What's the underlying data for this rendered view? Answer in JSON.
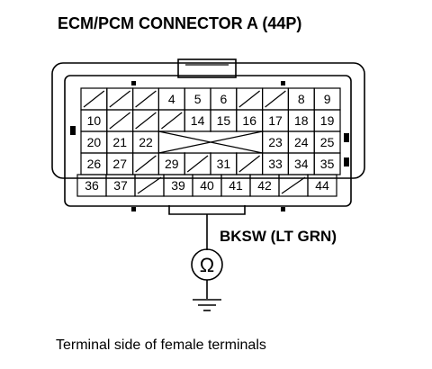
{
  "title": "ECM/PCM CONNECTOR A (44P)",
  "wire_label": "BKSW (LT GRN)",
  "meter_symbol": "Ω",
  "caption": "Terminal side of female terminals",
  "rows": [
    [
      "/",
      "/",
      "/",
      "4",
      "5",
      "6",
      "/",
      "/",
      "8",
      "9"
    ],
    [
      "10",
      "/",
      "/",
      "/",
      "14",
      "15",
      "16",
      "17",
      "18",
      "19"
    ],
    [
      "20",
      "21",
      "22",
      "",
      "",
      "",
      "",
      "23",
      "24",
      "25"
    ],
    [
      "26",
      "27",
      "/",
      "29",
      "/",
      "31",
      "/",
      "33",
      "34",
      "35"
    ],
    [
      "36",
      "37",
      "/",
      "39",
      "40",
      "41",
      "42",
      "/",
      "44"
    ]
  ]
}
